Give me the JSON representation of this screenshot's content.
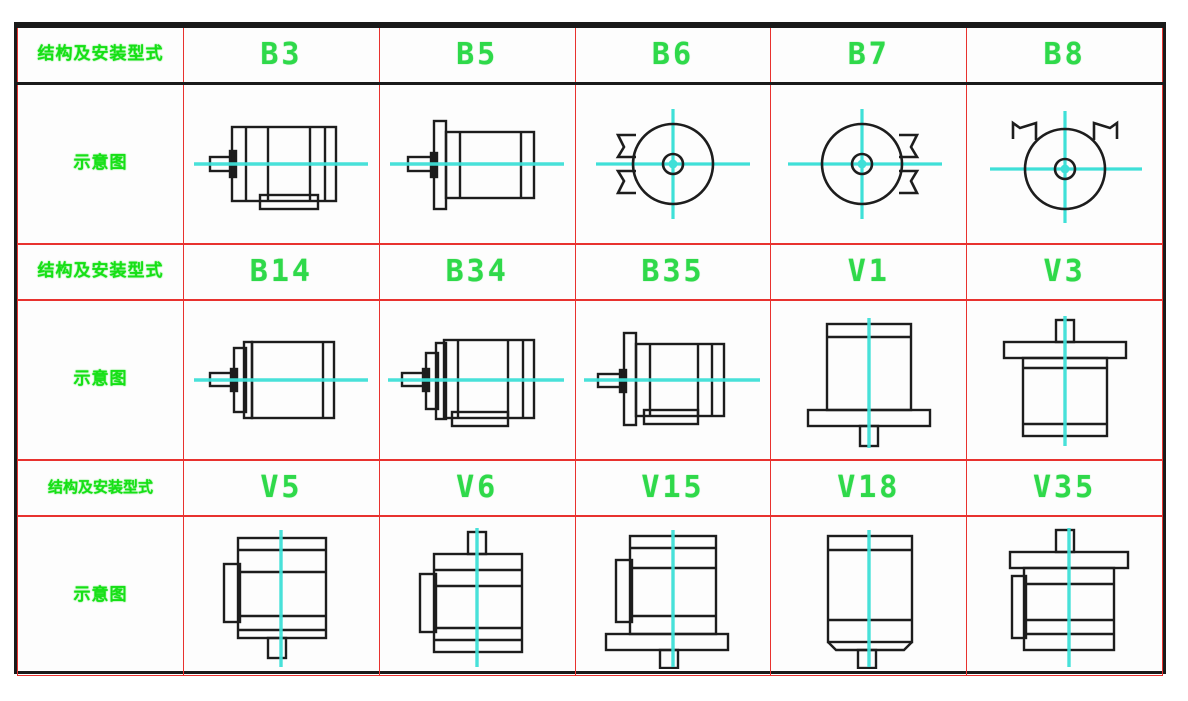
{
  "table": {
    "row_label_type": "结构及安装型式",
    "row_label_figure": "示意图",
    "blocks": [
      {
        "types": [
          "B3",
          "B5",
          "B6",
          "B7",
          "B8"
        ],
        "figures": [
          "b3",
          "b5",
          "b6",
          "b7",
          "b8"
        ]
      },
      {
        "types": [
          "B14",
          "B34",
          "B35",
          "V1",
          "V3"
        ],
        "figures": [
          "b14",
          "b34",
          "b35",
          "v1",
          "v3"
        ]
      },
      {
        "types": [
          "V5",
          "V6",
          "V15",
          "V18",
          "V35"
        ],
        "figures": [
          "v5",
          "v6",
          "v15",
          "v18",
          "v35"
        ]
      }
    ]
  },
  "colors": {
    "label_green": "#16e016",
    "type_green": "#2fd94a",
    "grid_red": "#e8322f",
    "border_black": "#1a1a1a",
    "drawing_black": "#1d1d1d",
    "centerline_cyan": "#3fe0d8"
  },
  "watermark": {
    "text": ""
  }
}
